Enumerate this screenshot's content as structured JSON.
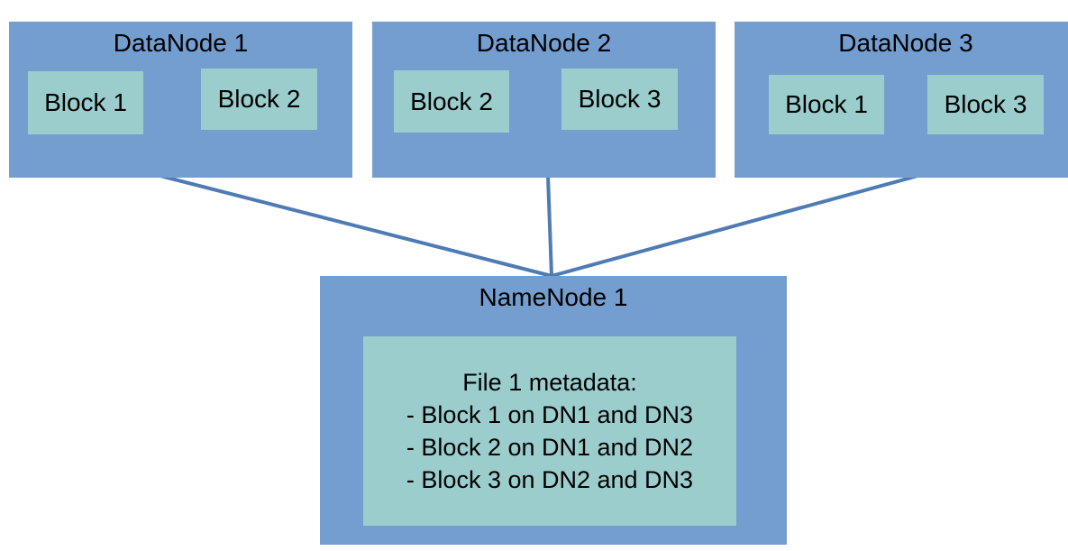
{
  "datanodes": [
    {
      "title": "DataNode 1",
      "blocks": [
        "Block 1",
        "Block 2"
      ]
    },
    {
      "title": "DataNode 2",
      "blocks": [
        "Block 2",
        "Block 3"
      ]
    },
    {
      "title": "DataNode 3",
      "blocks": [
        "Block 1",
        "Block 3"
      ]
    }
  ],
  "namenode": {
    "title": "NameNode 1",
    "metadata": {
      "heading": "File 1 metadata:",
      "lines": [
        "- Block 1 on DN1 and DN3",
        "- Block 2 on DN1 and DN2",
        "- Block 3 on DN2 and DN3"
      ]
    }
  },
  "colors": {
    "node_fill": "#739ecf",
    "block_fill": "#9ccdcd",
    "connector": "#4f7bb5"
  }
}
